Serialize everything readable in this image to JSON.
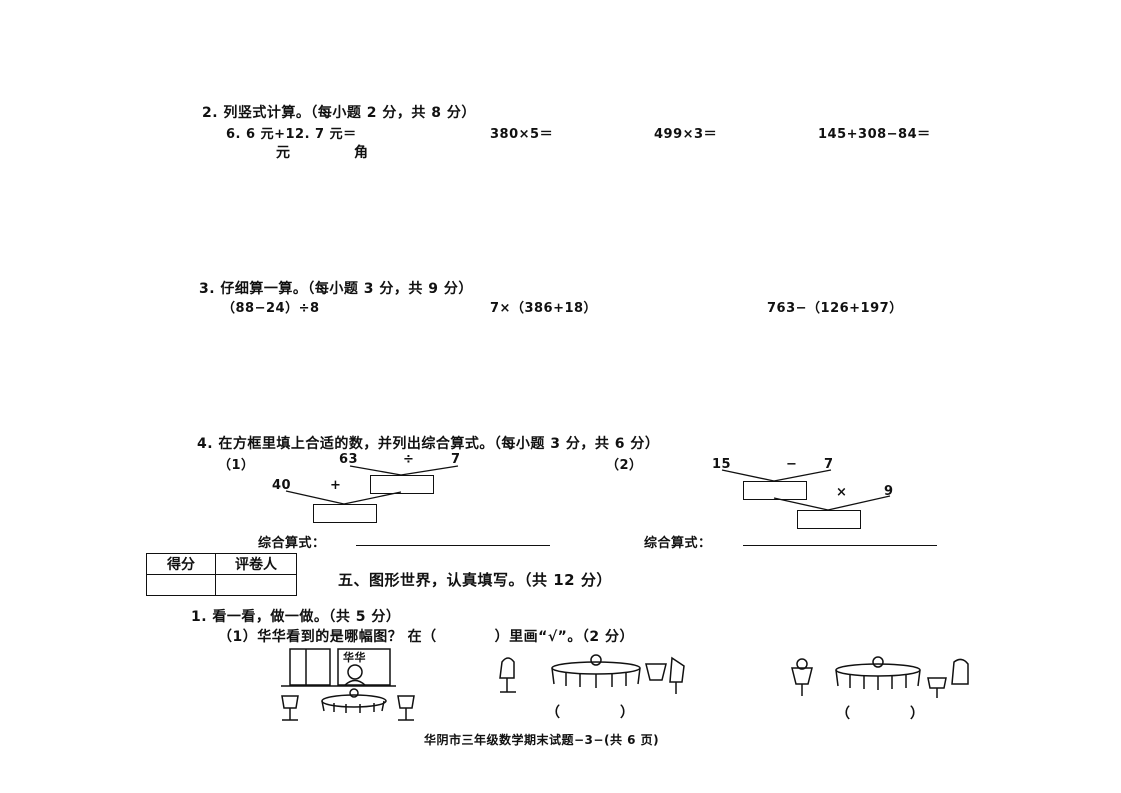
{
  "q2": {
    "title": "2. 列竖式计算。（每小题 2 分，共 8 分）",
    "items": [
      "6. 6 元+12. 7 元＝",
      "380×5＝",
      "499×3＝",
      "145+308−84＝"
    ],
    "unit_yuan": "元",
    "unit_jiao": "角"
  },
  "q3": {
    "title": "3. 仔细算一算。（每小题 3 分，共 9 分）",
    "items": [
      "（88−24）÷8",
      "7×（386+18）",
      "763−（126+197）"
    ]
  },
  "q4": {
    "title": "4. 在方框里填上合适的数，并列出综合算式。（每小题 3 分，共 6 分）",
    "p1": {
      "label": "（1）",
      "a": "63",
      "op1": "÷",
      "b": "7",
      "c": "40",
      "op2": "+"
    },
    "p2": {
      "label": "（2）",
      "a": "15",
      "op1": "−",
      "b": "7",
      "op2": "×",
      "c": "9"
    },
    "formula_label": "综合算式："
  },
  "score_table": {
    "col1": "得分",
    "col2": "评卷人"
  },
  "section5": {
    "title": "五、图形世界，认真填写。（共 12 分）",
    "q1_title": "1. 看一看，做一做。（共 5 分）",
    "q1_sub": "（1）华华看到的是哪幅图？ 在（　　　　）里画“√”。（2 分）",
    "sign_text": "华华",
    "paren_left": "（",
    "paren_right": "）"
  },
  "footer": "华阴市三年级数学期末试题−3−(共 6 页)"
}
